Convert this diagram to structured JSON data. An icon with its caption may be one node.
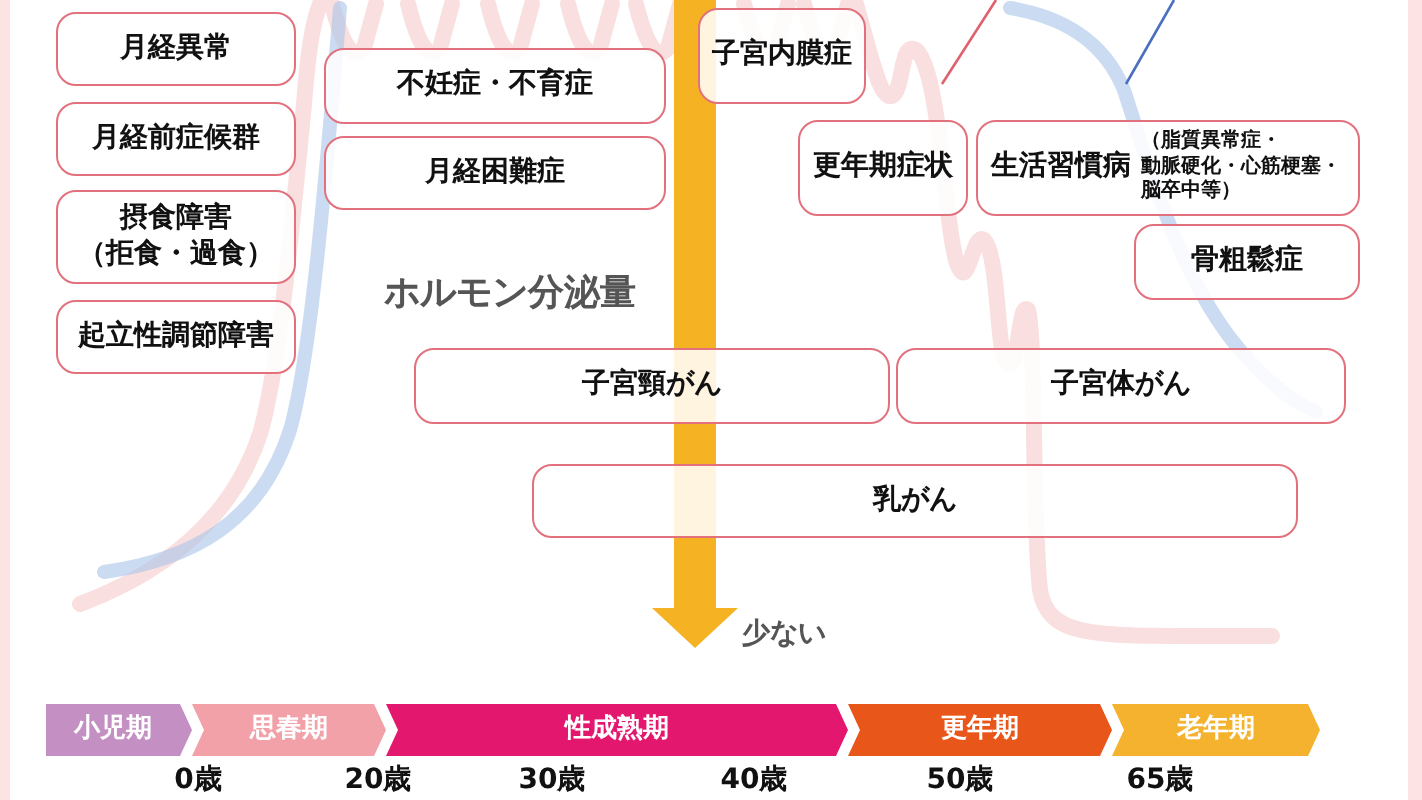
{
  "diagram": {
    "nodes": [
      {
        "text": [
          "月経異常"
        ]
      },
      {
        "text": [
          "不妊症・不育症"
        ]
      },
      {
        "text": [
          "子宮内膜症"
        ]
      },
      {
        "text": [
          "月経前症候群"
        ]
      },
      {
        "text": [
          "月経困難症"
        ]
      },
      {
        "text": [
          "更年期症状"
        ]
      },
      {
        "text": [
          "生活習慣病",
          "（脂質異常症・動脈硬化・心筋梗塞・脳卒中等）"
        ]
      },
      {
        "text": [
          "摂食障害（拒食・過食）"
        ]
      },
      {
        "text": [
          "骨粗鬆症"
        ]
      },
      {
        "text": [
          "起立性調節障害"
        ]
      },
      {
        "text": [
          "子宮頸がん"
        ]
      },
      {
        "text": [
          "子宮体がん"
        ]
      },
      {
        "text": [
          "乳がん"
        ]
      },
      {
        "text": [
          "小児期"
        ]
      },
      {
        "text": [
          "思春期"
        ]
      },
      {
        "text": [
          "性成熟期"
        ]
      },
      {
        "text": [
          "更年期"
        ]
      },
      {
        "text": [
          "老年期"
        ]
      }
    ],
    "labels": [
      "ホルモン分泌量",
      "少ない",
      "0歳",
      "20歳",
      "30歳",
      "40歳",
      "50歳",
      "65歳"
    ]
  }
}
